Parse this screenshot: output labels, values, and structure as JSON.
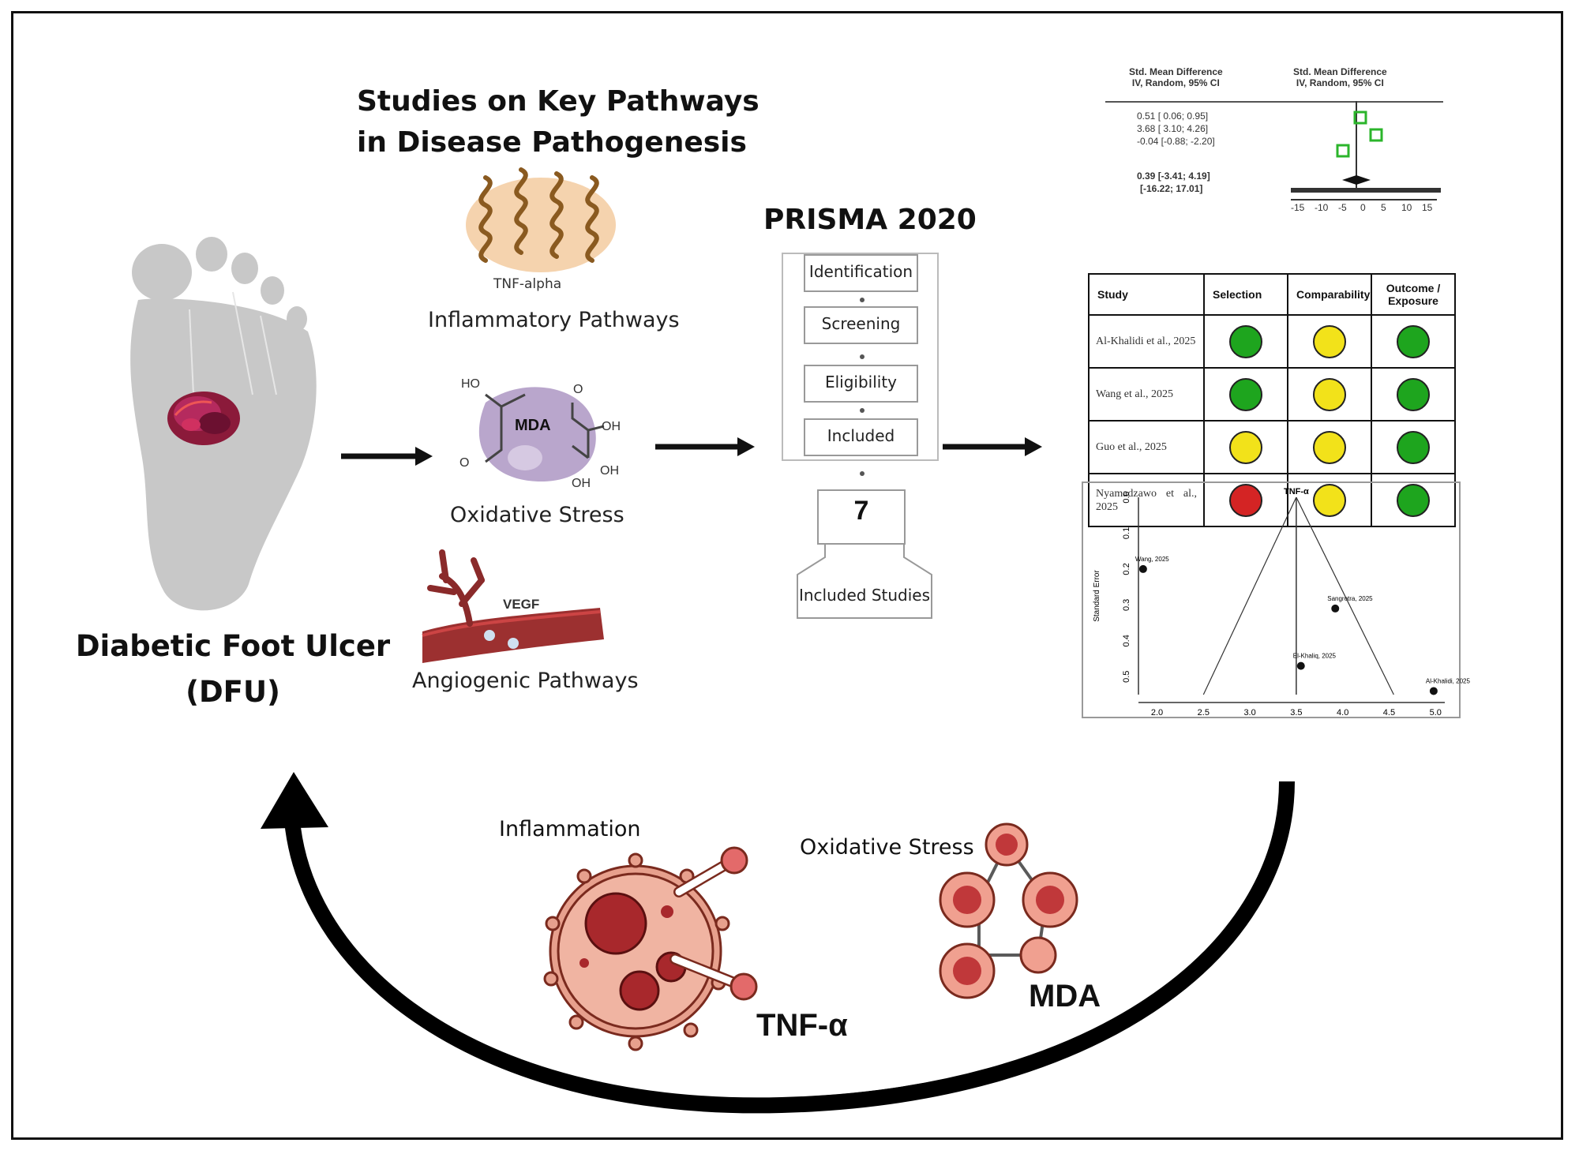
{
  "title": "Studies on Key Pathways in Disease Pathogenesis",
  "title_lines": [
    "Studies on Key Pathways",
    "in Disease Pathogenesis"
  ],
  "dfu": {
    "line1": "Diabetic Foot Ulcer",
    "line2": "(DFU)"
  },
  "pathways": {
    "tnf_label": "TNF-alpha",
    "inflammatory": "Inflammatory Pathways",
    "mda_label": "MDA",
    "ho": "HO",
    "oh1": "OH",
    "oh2": "OH",
    "oh3": "OH",
    "o1": "O",
    "o2": "O",
    "o3": "O",
    "oxidative": "Oxidative Stress",
    "vegf_label": "VEGF",
    "angiogenic": "Angiogenic Pathways"
  },
  "prisma": {
    "title": "PRISMA 2020",
    "steps": [
      "Identification",
      "Screening",
      "Eligibility",
      "Included"
    ],
    "count": "7",
    "included_studies": "Included Studies"
  },
  "forest": {
    "col1_head": [
      "Std. Mean Difference",
      "IV, Random, 95% CI"
    ],
    "col2_head": [
      "Std. Mean Difference",
      "IV, Random, 95% CI"
    ],
    "rows": [
      "0.51 [ 0.06; 0.95]",
      "3.68 [ 3.10; 4.26]",
      "-0.04 [-0.88; -2.20]"
    ],
    "pooled": "0.39 [-3.41; 4.19]",
    "interval": "[-16.22; 17.01]",
    "axis_ticks": [
      "-15",
      "-10",
      "-5",
      "0",
      "5",
      "10",
      "15"
    ],
    "colors": {
      "square": "#2bb52b"
    }
  },
  "rob_table": {
    "headers": [
      "Study",
      "Selection",
      "Comparability",
      "Outcome / Exposure"
    ],
    "rows": [
      {
        "study": "Al-Khalidi et al., 2025",
        "ratings": [
          "green",
          "yellow",
          "green"
        ]
      },
      {
        "study": "Wang et al., 2025",
        "ratings": [
          "green",
          "yellow",
          "green"
        ]
      },
      {
        "study": "Guo et al., 2025",
        "ratings": [
          "yellow",
          "yellow",
          "green"
        ]
      },
      {
        "study": "Nyamadzawo et al., 2025",
        "ratings": [
          "red",
          "yellow",
          "green"
        ]
      }
    ],
    "colors": {
      "green": "#1ea51e",
      "yellow": "#f2e21a",
      "red": "#d42424"
    }
  },
  "chart_data": {
    "type": "scatter",
    "title": "TNF-α",
    "ylabel": "Standard Error",
    "xlabel": "",
    "xlim": [
      1.8,
      5.1
    ],
    "ylim": [
      0.0,
      0.55
    ],
    "y_reversed": true,
    "x_ticks": [
      "2.0",
      "2.5",
      "3.0",
      "3.5",
      "4.0",
      "4.5",
      "5.0"
    ],
    "y_ticks": [
      "0.0",
      "0.1",
      "0.2",
      "0.3",
      "0.4",
      "0.5"
    ],
    "center": 3.5,
    "points": [
      {
        "label": "Wang, 2025",
        "x": 1.85,
        "y": 0.2
      },
      {
        "label": "Sangrotra, 2025",
        "x": 3.92,
        "y": 0.31
      },
      {
        "label": "El-Khaliq, 2025",
        "x": 3.55,
        "y": 0.47
      },
      {
        "label": "Al-Khalidi, 2025",
        "x": 4.98,
        "y": 0.54
      }
    ]
  },
  "cycle": {
    "inflammation": "Inflammation",
    "oxidative": "Oxidative Stress",
    "tnf": "TNF-α",
    "mda": "MDA"
  }
}
